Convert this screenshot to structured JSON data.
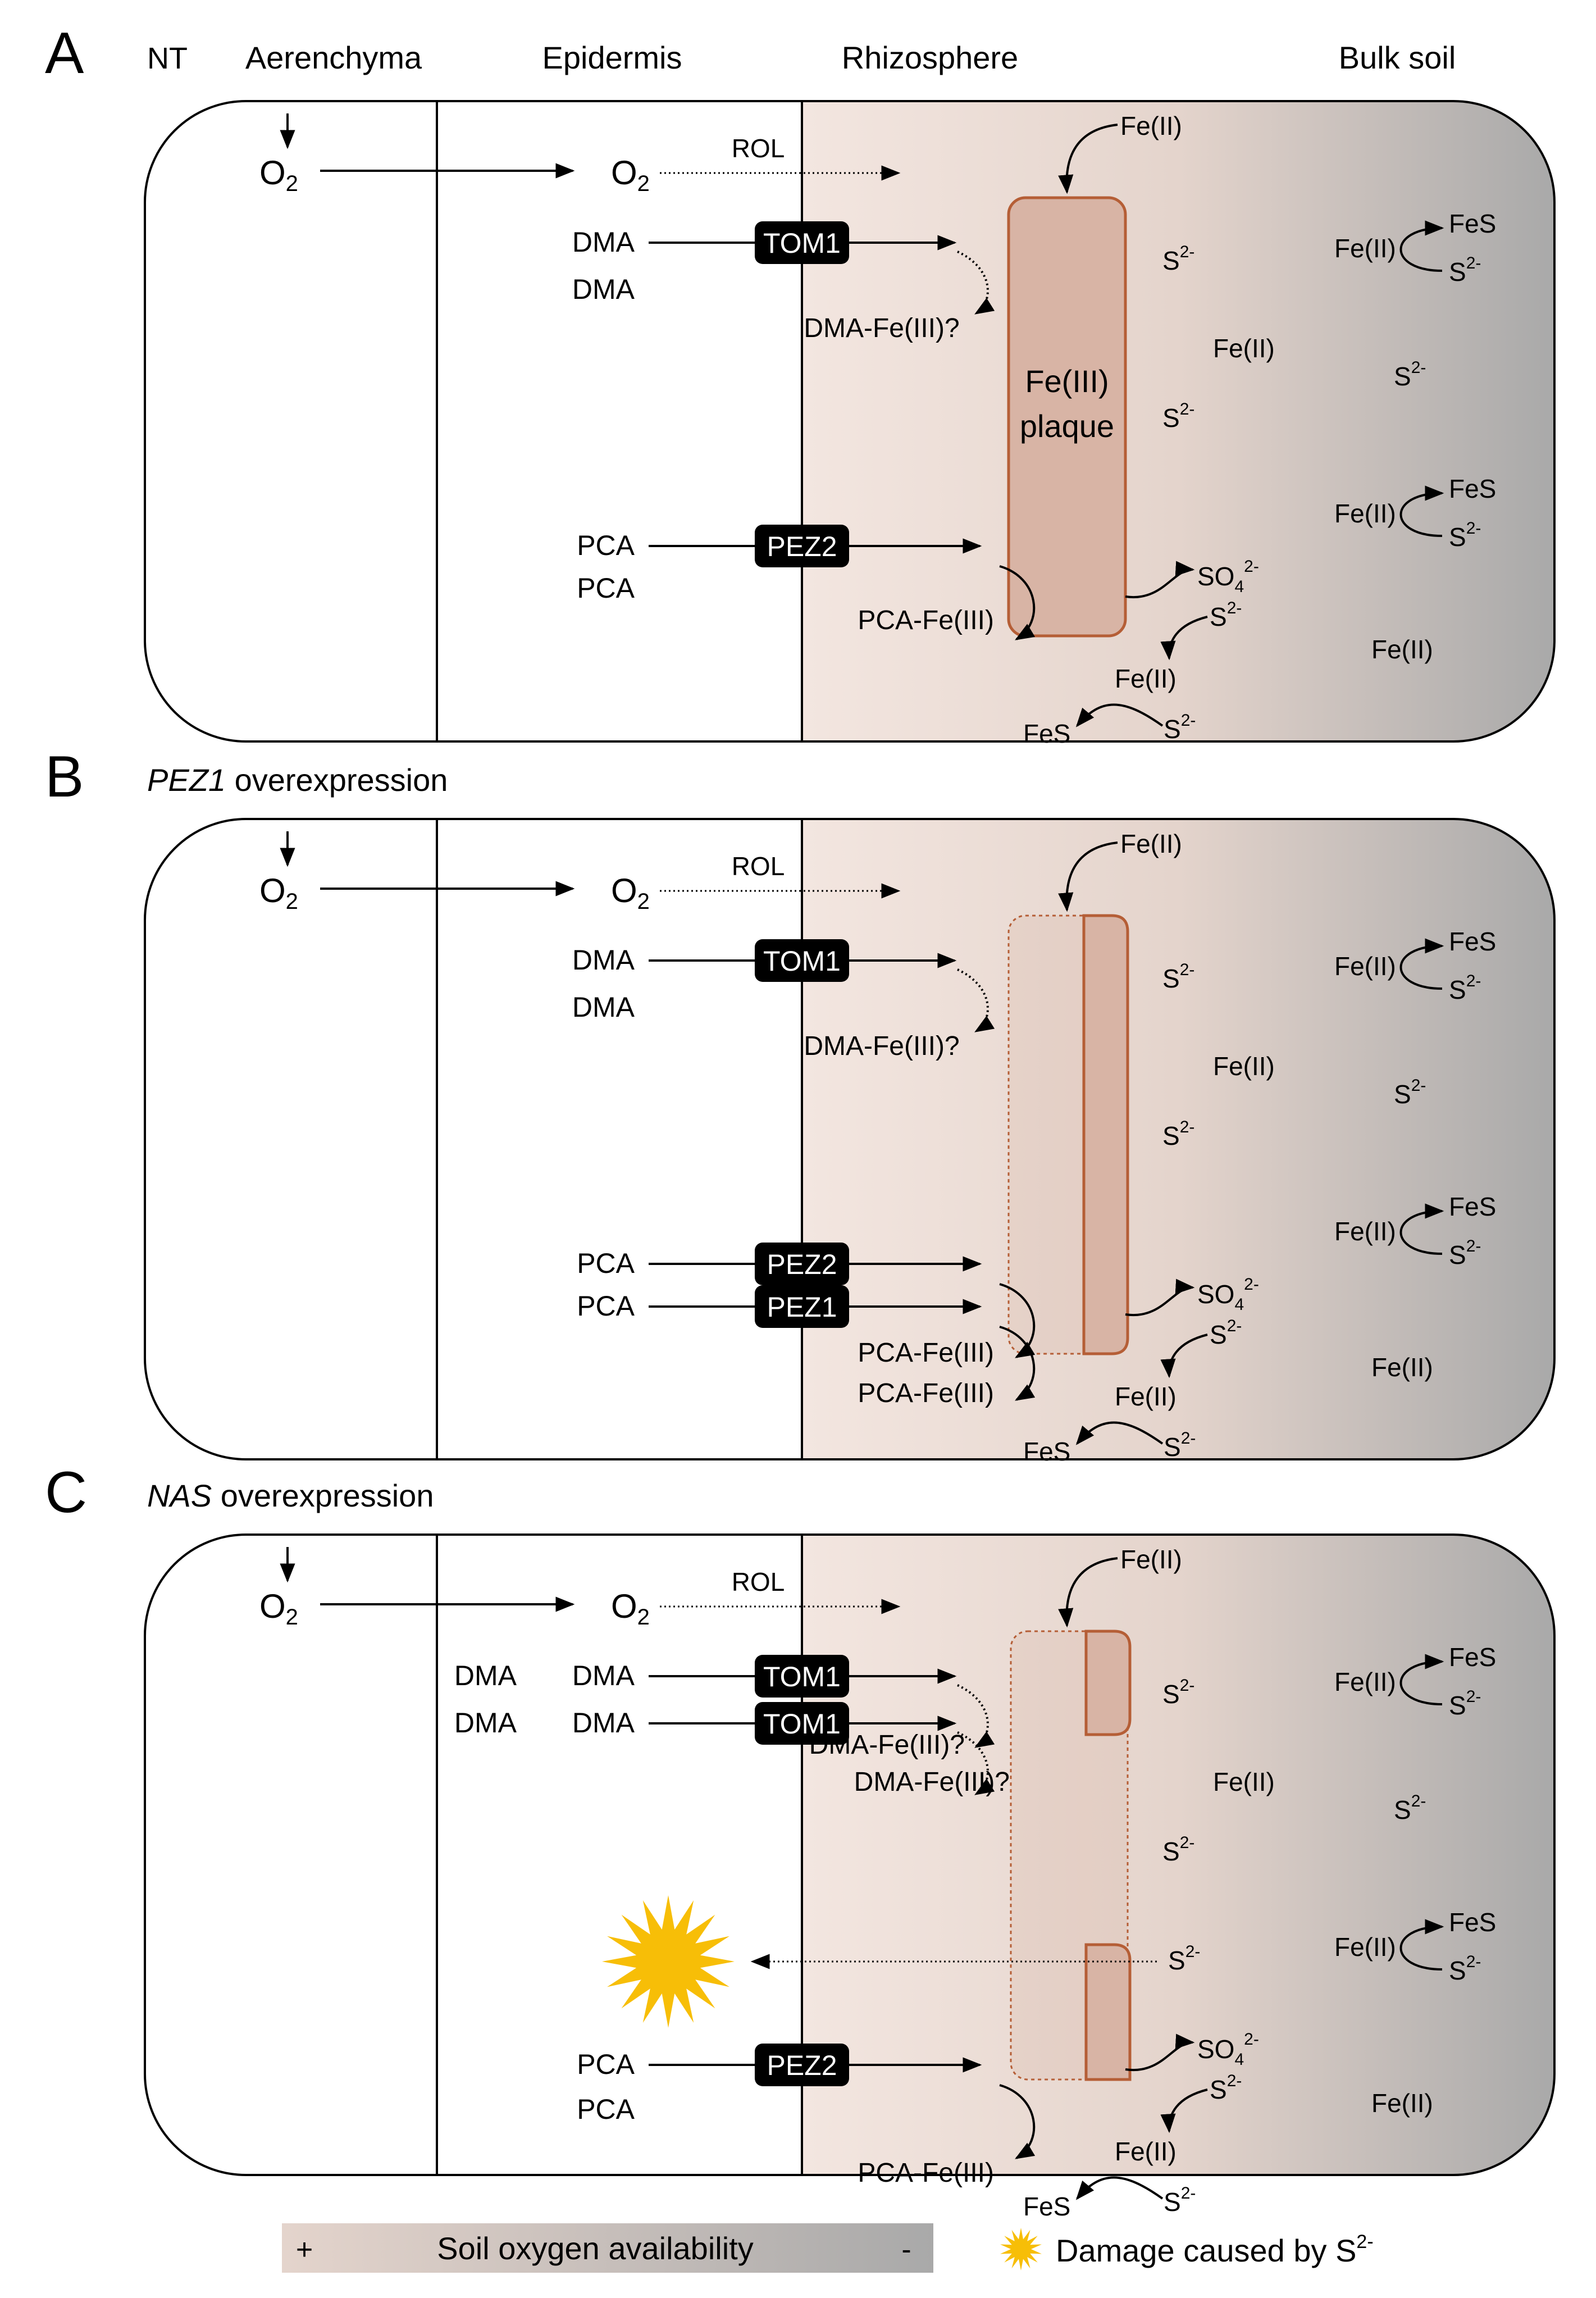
{
  "header": {
    "panel_letter": "A",
    "nt": "NT",
    "columns": [
      "Aerenchyma",
      "Epidermis",
      "Rhizosphere",
      "Bulk soil"
    ]
  },
  "panels": [
    {
      "letter": "A",
      "subtitle_italic": "",
      "subtitle_rest": "",
      "o2": "O",
      "o2_sub": "2",
      "rol": "ROL",
      "dma_rows": [
        {
          "aer": "",
          "epi": "DMA",
          "transporter": "TOM1",
          "complex": "DMA-Fe(III)?",
          "arrow": true
        },
        {
          "aer": "",
          "epi": "DMA",
          "transporter": "",
          "complex": "",
          "arrow": false
        }
      ],
      "pca_rows": [
        {
          "epi": "PCA",
          "transporter": "PEZ2",
          "complex": "PCA-Fe(III)",
          "arrow": true
        },
        {
          "epi": "PCA",
          "transporter": "",
          "complex": "",
          "arrow": false
        }
      ],
      "plaque_label": [
        "Fe(III)",
        "plaque"
      ],
      "damage": false
    },
    {
      "letter": "B",
      "subtitle_italic": "PEZ1",
      "subtitle_rest": " overexpression",
      "o2": "O",
      "o2_sub": "2",
      "rol": "ROL",
      "dma_rows": [
        {
          "aer": "",
          "epi": "DMA",
          "transporter": "TOM1",
          "complex": "DMA-Fe(III)?",
          "arrow": true
        },
        {
          "aer": "",
          "epi": "DMA",
          "transporter": "",
          "complex": "",
          "arrow": false
        }
      ],
      "pca_rows": [
        {
          "epi": "PCA",
          "transporter": "PEZ2",
          "complex": "PCA-Fe(III)",
          "arrow": true
        },
        {
          "epi": "PCA",
          "transporter": "PEZ1",
          "complex": "PCA-Fe(III)",
          "arrow": true
        }
      ],
      "plaque_label": [
        "",
        ""
      ],
      "damage": false
    },
    {
      "letter": "C",
      "subtitle_italic": "NAS",
      "subtitle_rest": " overexpression",
      "o2": "O",
      "o2_sub": "2",
      "rol": "ROL",
      "dma_rows": [
        {
          "aer": "DMA",
          "epi": "DMA",
          "transporter": "TOM1",
          "complex": "DMA-Fe(III)?",
          "arrow": true
        },
        {
          "aer": "DMA",
          "epi": "DMA",
          "transporter": "TOM1",
          "complex": "DMA-Fe(III)?",
          "arrow": true
        }
      ],
      "pca_rows": [
        {
          "epi": "PCA",
          "transporter": "PEZ2",
          "complex": "PCA-Fe(III)",
          "arrow": true
        },
        {
          "epi": "PCA",
          "transporter": "",
          "complex": "",
          "arrow": false
        }
      ],
      "plaque_label": [
        "",
        ""
      ],
      "damage": true
    }
  ],
  "chem": {
    "fe2": "Fe(II)",
    "fes": "FeS",
    "s": "S",
    "s_sup": "2-",
    "so4": "SO",
    "so4_sub": "4",
    "so4_sup": "2-"
  },
  "legend": {
    "plus": "+",
    "minus": "-",
    "gradient_label": "Soil oxygen availability",
    "damage_label": "Damage caused by S",
    "damage_sup": "2-"
  },
  "colors": {
    "rhizo_start": "#f3e6e0",
    "rhizo_mid": "#e4d4cc",
    "bulk_end": "#a9a9a9",
    "plaque_fill": "#d8b4a5",
    "plaque_stroke": "#b55e36",
    "damage_fill": "#f7be07"
  }
}
